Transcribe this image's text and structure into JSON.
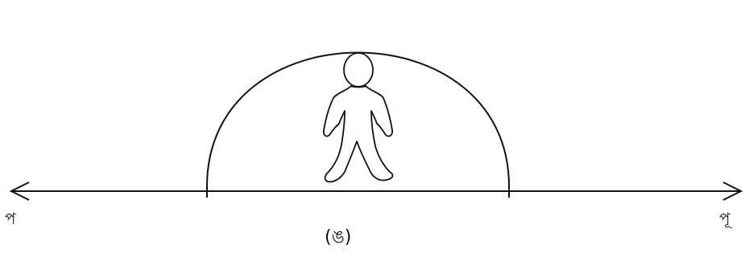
{
  "diagram": {
    "labels": {
      "west": "প",
      "east": "পূ"
    },
    "caption": "(ঙ)"
  },
  "colors": {
    "stroke": "#111111",
    "background": "#ffffff"
  }
}
